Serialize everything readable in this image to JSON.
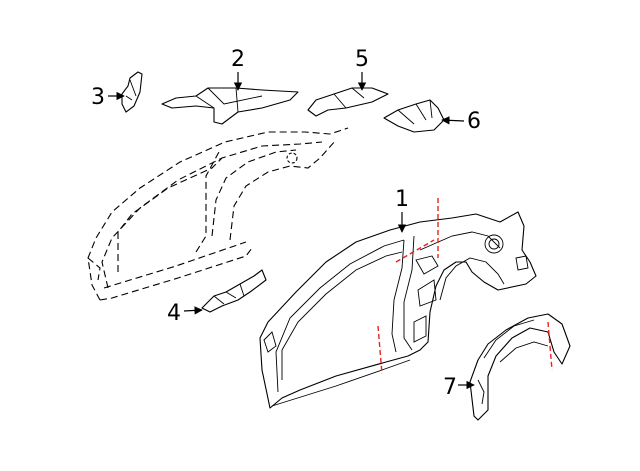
{
  "colors": {
    "line": "#000000",
    "cut_line": "#e8231c",
    "background": "#ffffff"
  },
  "callouts": [
    {
      "id": "1",
      "label": "1"
    },
    {
      "id": "2",
      "label": "2"
    },
    {
      "id": "3",
      "label": "3"
    },
    {
      "id": "4",
      "label": "4"
    },
    {
      "id": "5",
      "label": "5"
    },
    {
      "id": "6",
      "label": "6"
    },
    {
      "id": "7",
      "label": "7"
    }
  ]
}
